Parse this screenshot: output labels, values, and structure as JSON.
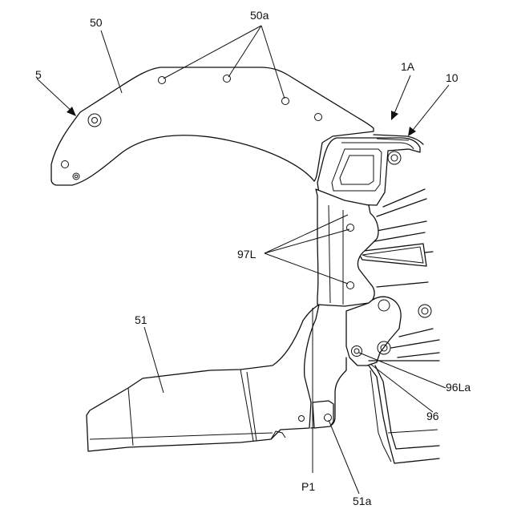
{
  "diagram": {
    "labels": {
      "l5": "5",
      "l50": "50",
      "l50a": "50a",
      "l1A": "1A",
      "l10": "10",
      "l97L": "97L",
      "l51": "51",
      "l96La": "96La",
      "l96": "96",
      "lP1": "P1",
      "l51a": "51a"
    }
  }
}
